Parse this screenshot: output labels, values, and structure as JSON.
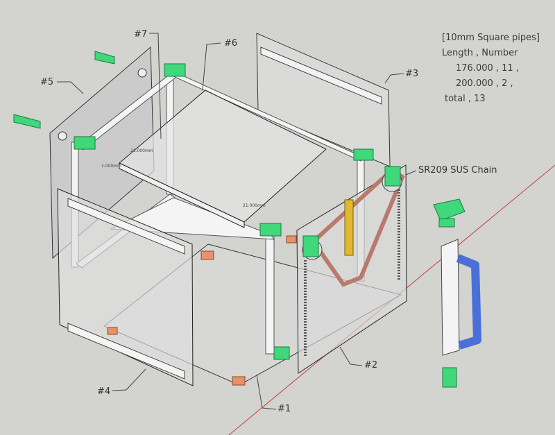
{
  "notes": {
    "title": "[10mm Square pipes]",
    "header": "Length , Number",
    "rows": [
      "176.000 , 11 ,",
      "200.000 , 2 ,"
    ],
    "total": "total , 13"
  },
  "labels": {
    "p1": "#1",
    "p2": "#2",
    "p3": "#3",
    "p4": "#4",
    "p5": "#5",
    "p6": "#6",
    "p7": "#7",
    "chain": "SR209 SUS Chain"
  },
  "dimensions": {
    "d1": "21.000mm",
    "d2": "1.000mm",
    "d3": "21.000mm"
  },
  "colors": {
    "background": "#d3d3cf",
    "bracket": "#3fd87a",
    "handle": "#4a6fd8",
    "chain": "#c98a7c",
    "rail": "#e0b930",
    "foot": "#e8926a"
  }
}
